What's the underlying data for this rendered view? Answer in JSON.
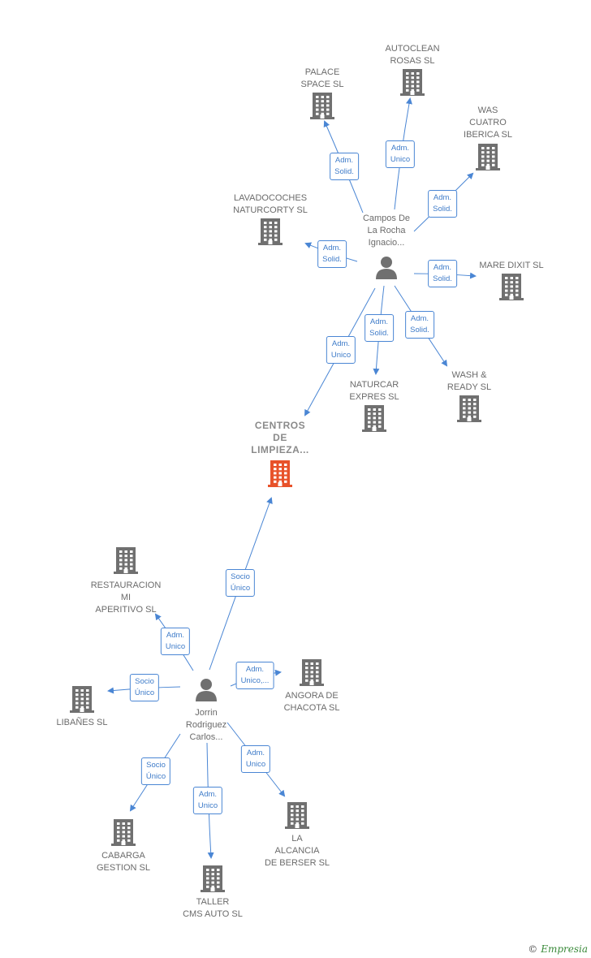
{
  "companies": [
    {
      "id": "palace",
      "label": "PALACE\nSPACE  SL"
    },
    {
      "id": "autoclean",
      "label": "AUTOCLEAN\nROSAS  SL"
    },
    {
      "id": "was",
      "label": "WAS\nCUATRO\nIBERICA SL"
    },
    {
      "id": "lavadocoches",
      "label": "LAVADOCOCHES\nNATURCORTY SL"
    },
    {
      "id": "maredixit",
      "label": "MARE DIXIT  SL"
    },
    {
      "id": "naturcar",
      "label": "NATURCAR\nEXPRES SL"
    },
    {
      "id": "wash",
      "label": "WASH &\nREADY SL"
    },
    {
      "id": "centros",
      "label": "CENTROS\nDE\nLIMPIEZA...",
      "focus": true
    },
    {
      "id": "restauracion",
      "label": "RESTAURACION\nMI\nAPERITIVO  SL"
    },
    {
      "id": "angora",
      "label": "ANGORA DE\nCHACOTA  SL"
    },
    {
      "id": "libanes",
      "label": "LIBAÑES  SL"
    },
    {
      "id": "cabarga",
      "label": "CABARGA\nGESTION  SL"
    },
    {
      "id": "taller",
      "label": "TALLER\nCMS AUTO  SL"
    },
    {
      "id": "alcancia",
      "label": "LA\nALCANCIA\nDE BERSER  SL"
    }
  ],
  "people": [
    {
      "id": "campos",
      "label": "Campos De\nLa Rocha\nIgnacio..."
    },
    {
      "id": "jorrin",
      "label": "Jorrin\nRodriguez\nCarlos..."
    }
  ],
  "edges": [
    {
      "from": "campos",
      "to": "palace",
      "label": "Adm.\nSolid."
    },
    {
      "from": "campos",
      "to": "autoclean",
      "label": "Adm.\nUnico"
    },
    {
      "from": "campos",
      "to": "was",
      "label": "Adm.\nSolid."
    },
    {
      "from": "campos",
      "to": "lavadocoches",
      "label": "Adm.\nSolid."
    },
    {
      "from": "campos",
      "to": "maredixit",
      "label": "Adm.\nSolid."
    },
    {
      "from": "campos",
      "to": "naturcar",
      "label": "Adm.\nSolid."
    },
    {
      "from": "campos",
      "to": "wash",
      "label": "Adm.\nSolid."
    },
    {
      "from": "campos",
      "to": "centros",
      "label": "Adm.\nUnico"
    },
    {
      "from": "jorrin",
      "to": "centros",
      "label": "Socio\nÚnico"
    },
    {
      "from": "jorrin",
      "to": "restauracion",
      "label": "Adm.\nUnico"
    },
    {
      "from": "jorrin",
      "to": "angora",
      "label": "Adm.\nUnico,..."
    },
    {
      "from": "jorrin",
      "to": "libanes",
      "label": "Socio\nÚnico"
    },
    {
      "from": "jorrin",
      "to": "cabarga",
      "label": "Socio\nÚnico"
    },
    {
      "from": "jorrin",
      "to": "taller",
      "label": "Adm.\nUnico"
    },
    {
      "from": "jorrin",
      "to": "alcancia",
      "label": "Adm.\nUnico"
    }
  ],
  "colors": {
    "edge": "#4a86d4",
    "building": "#707070",
    "focus_building": "#e8522a",
    "person": "#707070"
  },
  "footer": {
    "copyright": "©",
    "brand": "Empresia"
  }
}
